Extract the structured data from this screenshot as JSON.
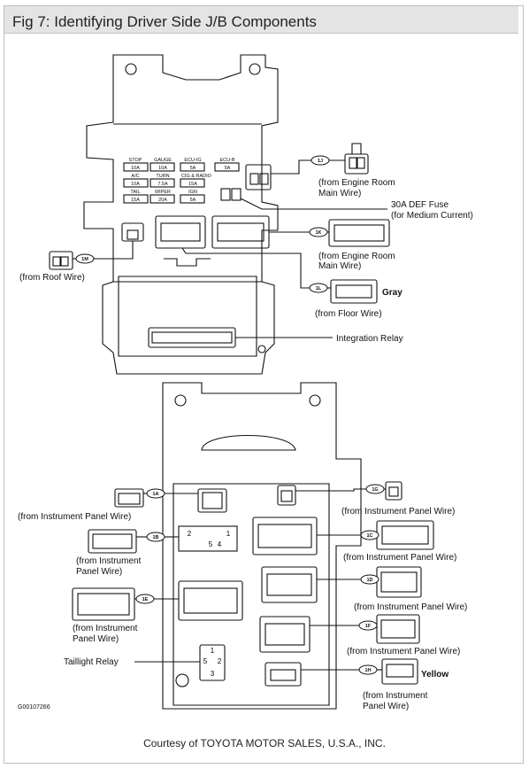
{
  "title": "Fig 7: Identifying Driver Side J/B Components",
  "credit": "Courtesy of TOYOTA MOTOR SALES, U.S.A., INC.",
  "figure_id": "G00107266",
  "fuses": {
    "row1": [
      "STOP",
      "GAUGE",
      "ECU-IG",
      "ECU-B"
    ],
    "row1_amps": [
      "10A",
      "10A",
      "5A",
      "5A"
    ],
    "row2": [
      "A/C",
      "TURN",
      "CIG & RADIO"
    ],
    "row2_amps": [
      "10A",
      "7.5A",
      "15A"
    ],
    "row3": [
      "TAIL",
      "WIPER",
      "IGN"
    ],
    "row3_amps": [
      "15A",
      "20A",
      "5A"
    ]
  },
  "top_labels": {
    "engine_room_1": [
      "(from Engine Room",
      "Main Wire)"
    ],
    "def_fuse": [
      "30A DEF Fuse",
      "(for Medium Current)"
    ],
    "engine_room_2": [
      "(from Engine Room",
      "Main Wire)"
    ],
    "roof": "(from Roof Wire)",
    "gray": "Gray",
    "floor": "(from Floor Wire)",
    "integration_relay": "Integration Relay"
  },
  "bottom_labels": {
    "ip_1A": "(from Instrument Panel Wire)",
    "ip_1G": "(from Instrument Panel Wire)",
    "ip_1B": [
      "(from Instrument",
      "Panel Wire)"
    ],
    "ip_1C": "(from Instrument Panel Wire)",
    "ip_1D": "(from Instrument Panel Wire)",
    "ip_1E": [
      "(from Instrument",
      "Panel Wire)"
    ],
    "ip_1F": "(from Instrument Panel Wire)",
    "taillight_relay": "Taillight Relay",
    "yellow": "Yellow",
    "ip_1H": [
      "(from Instrument",
      "Panel Wire)"
    ]
  },
  "codes": [
    "1J",
    "1K",
    "1M",
    "1L",
    "1A",
    "1G",
    "1B",
    "1C",
    "1D",
    "1E",
    "1F",
    "1H"
  ],
  "relay_pins": [
    "2",
    "5",
    "4",
    "1"
  ],
  "taillight_pins": [
    "1",
    "5",
    "2",
    "3"
  ]
}
